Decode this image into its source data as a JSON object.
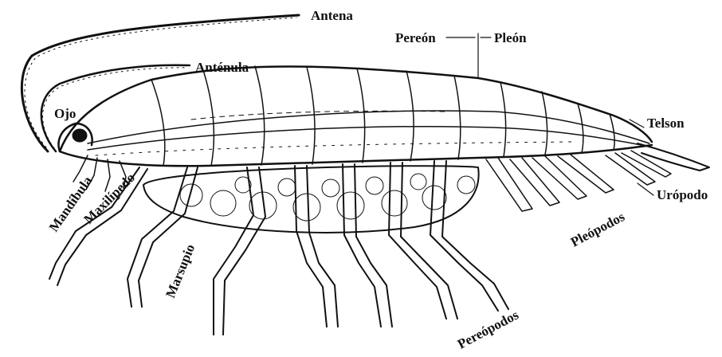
{
  "labels": {
    "antena": "Antena",
    "antenula": "Anténula",
    "ojo": "Ojo",
    "pereon": "Pereón",
    "pleon": "Pleón",
    "telson": "Telson",
    "uropodo": "Urópodo",
    "pleopodos": "Pleópodos",
    "pereopodos": "Pereópodos",
    "marsupio": "Marsupio",
    "maxilipedo": "Maxilípedo",
    "mandibula": "Mandíbula"
  },
  "colors": {
    "ink": "#111111",
    "background": "#ffffff",
    "egg_fill": "#e6e6e6"
  }
}
